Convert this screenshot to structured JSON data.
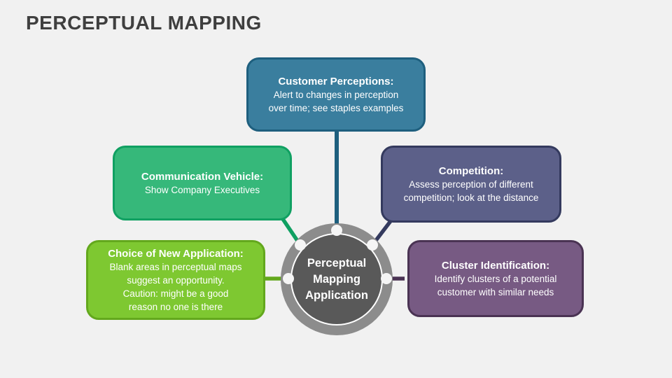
{
  "slide": {
    "title": "PERCEPTUAL MAPPING",
    "background": "#f1f1f1",
    "title_color": "#3f3f3f"
  },
  "hub": {
    "label": "Perceptual\nMapping\nApplication",
    "ring_color": "#8c8c8c",
    "inner_color": "#595959",
    "dot_color": "#f5f5f5",
    "text_color": "#ffffff"
  },
  "nodes": [
    {
      "id": "customer-perceptions",
      "title": "Customer Perceptions:",
      "body": "Alert to changes in perception\nover time; see staples examples",
      "fill": "#3a7e9e",
      "accent": "#1e5f7e"
    },
    {
      "id": "communication-vehicle",
      "title": "Communication Vehicle:",
      "body": "Show Company Executives",
      "fill": "#36b87a",
      "accent": "#10a062"
    },
    {
      "id": "competition",
      "title": "Competition:",
      "body": "Assess perception of different\ncompetition; look at the distance",
      "fill": "#5c6089",
      "accent": "#343a5e"
    },
    {
      "id": "choice-of-new-application",
      "title": "Choice of New Application:",
      "body": "Blank areas in perceptual maps\nsuggest an opportunity.\nCaution: might be a good\nreason no one is there",
      "fill": "#7ec831",
      "accent": "#63a81d"
    },
    {
      "id": "cluster-identification",
      "title": "Cluster Identification:",
      "body": "Identify clusters of a potential\ncustomer with similar needs",
      "fill": "#775a83",
      "accent": "#4a3353"
    }
  ]
}
